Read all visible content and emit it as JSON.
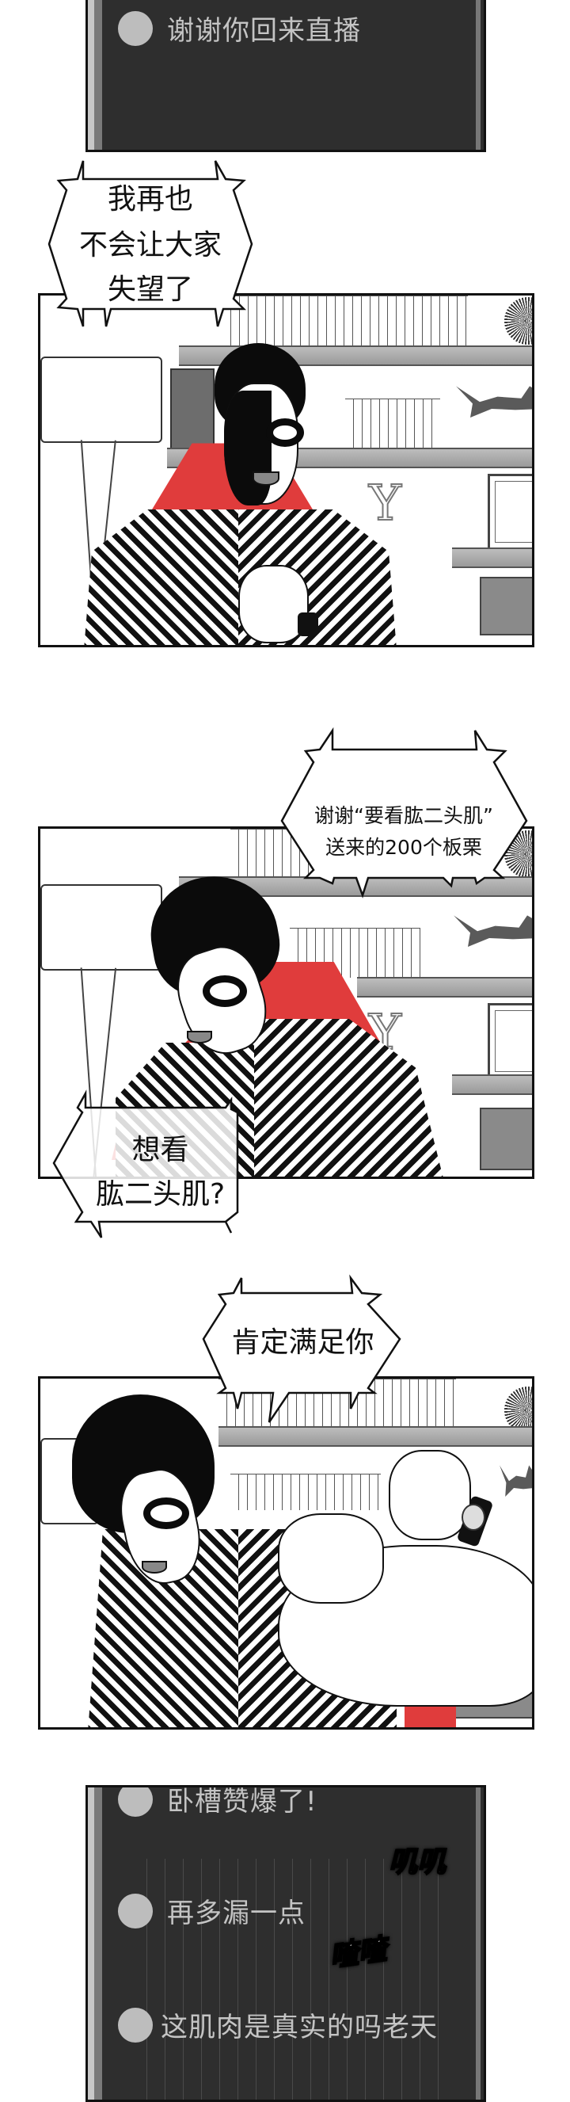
{
  "chat_top": {
    "messages": [
      {
        "avatar": "grey-circle-avatar",
        "text": "谢谢你回来直播"
      }
    ]
  },
  "panel_1": {
    "speech": [
      "我再也",
      "不会让大家",
      "失望了"
    ],
    "background_letter": "Y"
  },
  "panel_2": {
    "speech_top": [
      "谢谢“要看肱二头肌”",
      "送来的200个板栗"
    ],
    "speech_bottom": [
      "想看",
      "肱二头肌?"
    ],
    "background_letter": "Y"
  },
  "panel_3": {
    "speech": [
      "肯定满足你"
    ]
  },
  "chat_bottom": {
    "messages": [
      {
        "avatar": "grey-circle-avatar",
        "text": "卧槽赞爆了!"
      },
      {
        "avatar": "grey-circle-avatar",
        "text": "再多漏一点"
      },
      {
        "avatar": "grey-circle-avatar",
        "text": "这肌肉是真实的吗老天"
      }
    ],
    "sfx": [
      "叽叽",
      "喳喳"
    ]
  },
  "colors": {
    "chat_bg": "#2e2e2e",
    "chat_text": "#c4c4c4",
    "chair_red": "#e03c3c",
    "ink": "#111111"
  }
}
